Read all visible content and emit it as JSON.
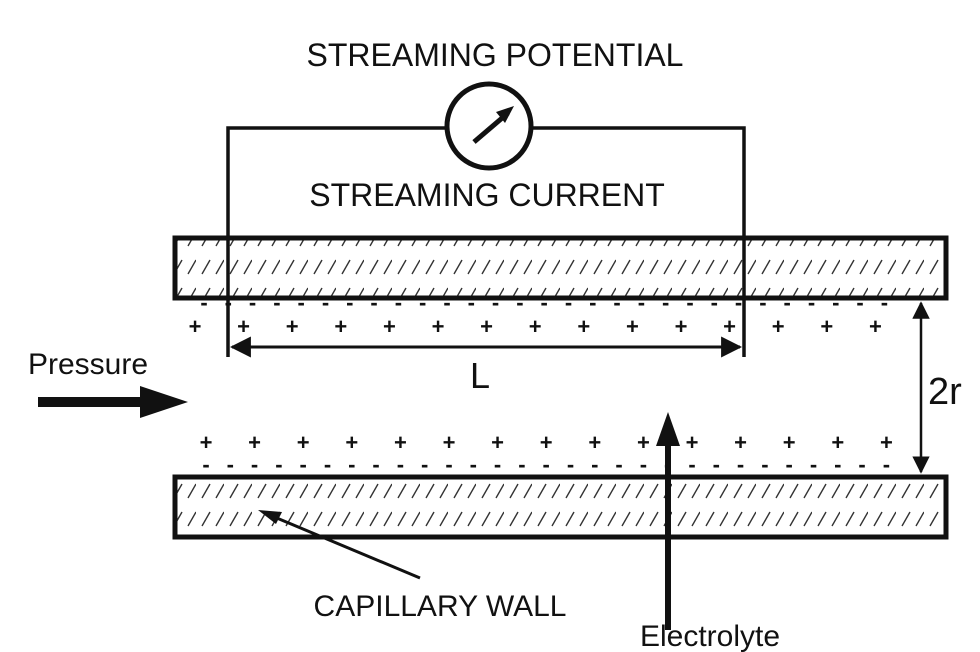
{
  "labels": {
    "streaming_potential": "STREAMING POTENTIAL",
    "streaming_current": "STREAMING CURRENT",
    "pressure": "Pressure",
    "length": "L",
    "radius": "2r",
    "capillary_wall": "CAPILLARY WALL",
    "electrolyte": "Electrolyte"
  },
  "charges": {
    "positive": "+",
    "negative": "-"
  },
  "colors": {
    "ink": "#111111",
    "background": "#ffffff"
  },
  "icons": {
    "meter": "galvanometer-icon"
  }
}
